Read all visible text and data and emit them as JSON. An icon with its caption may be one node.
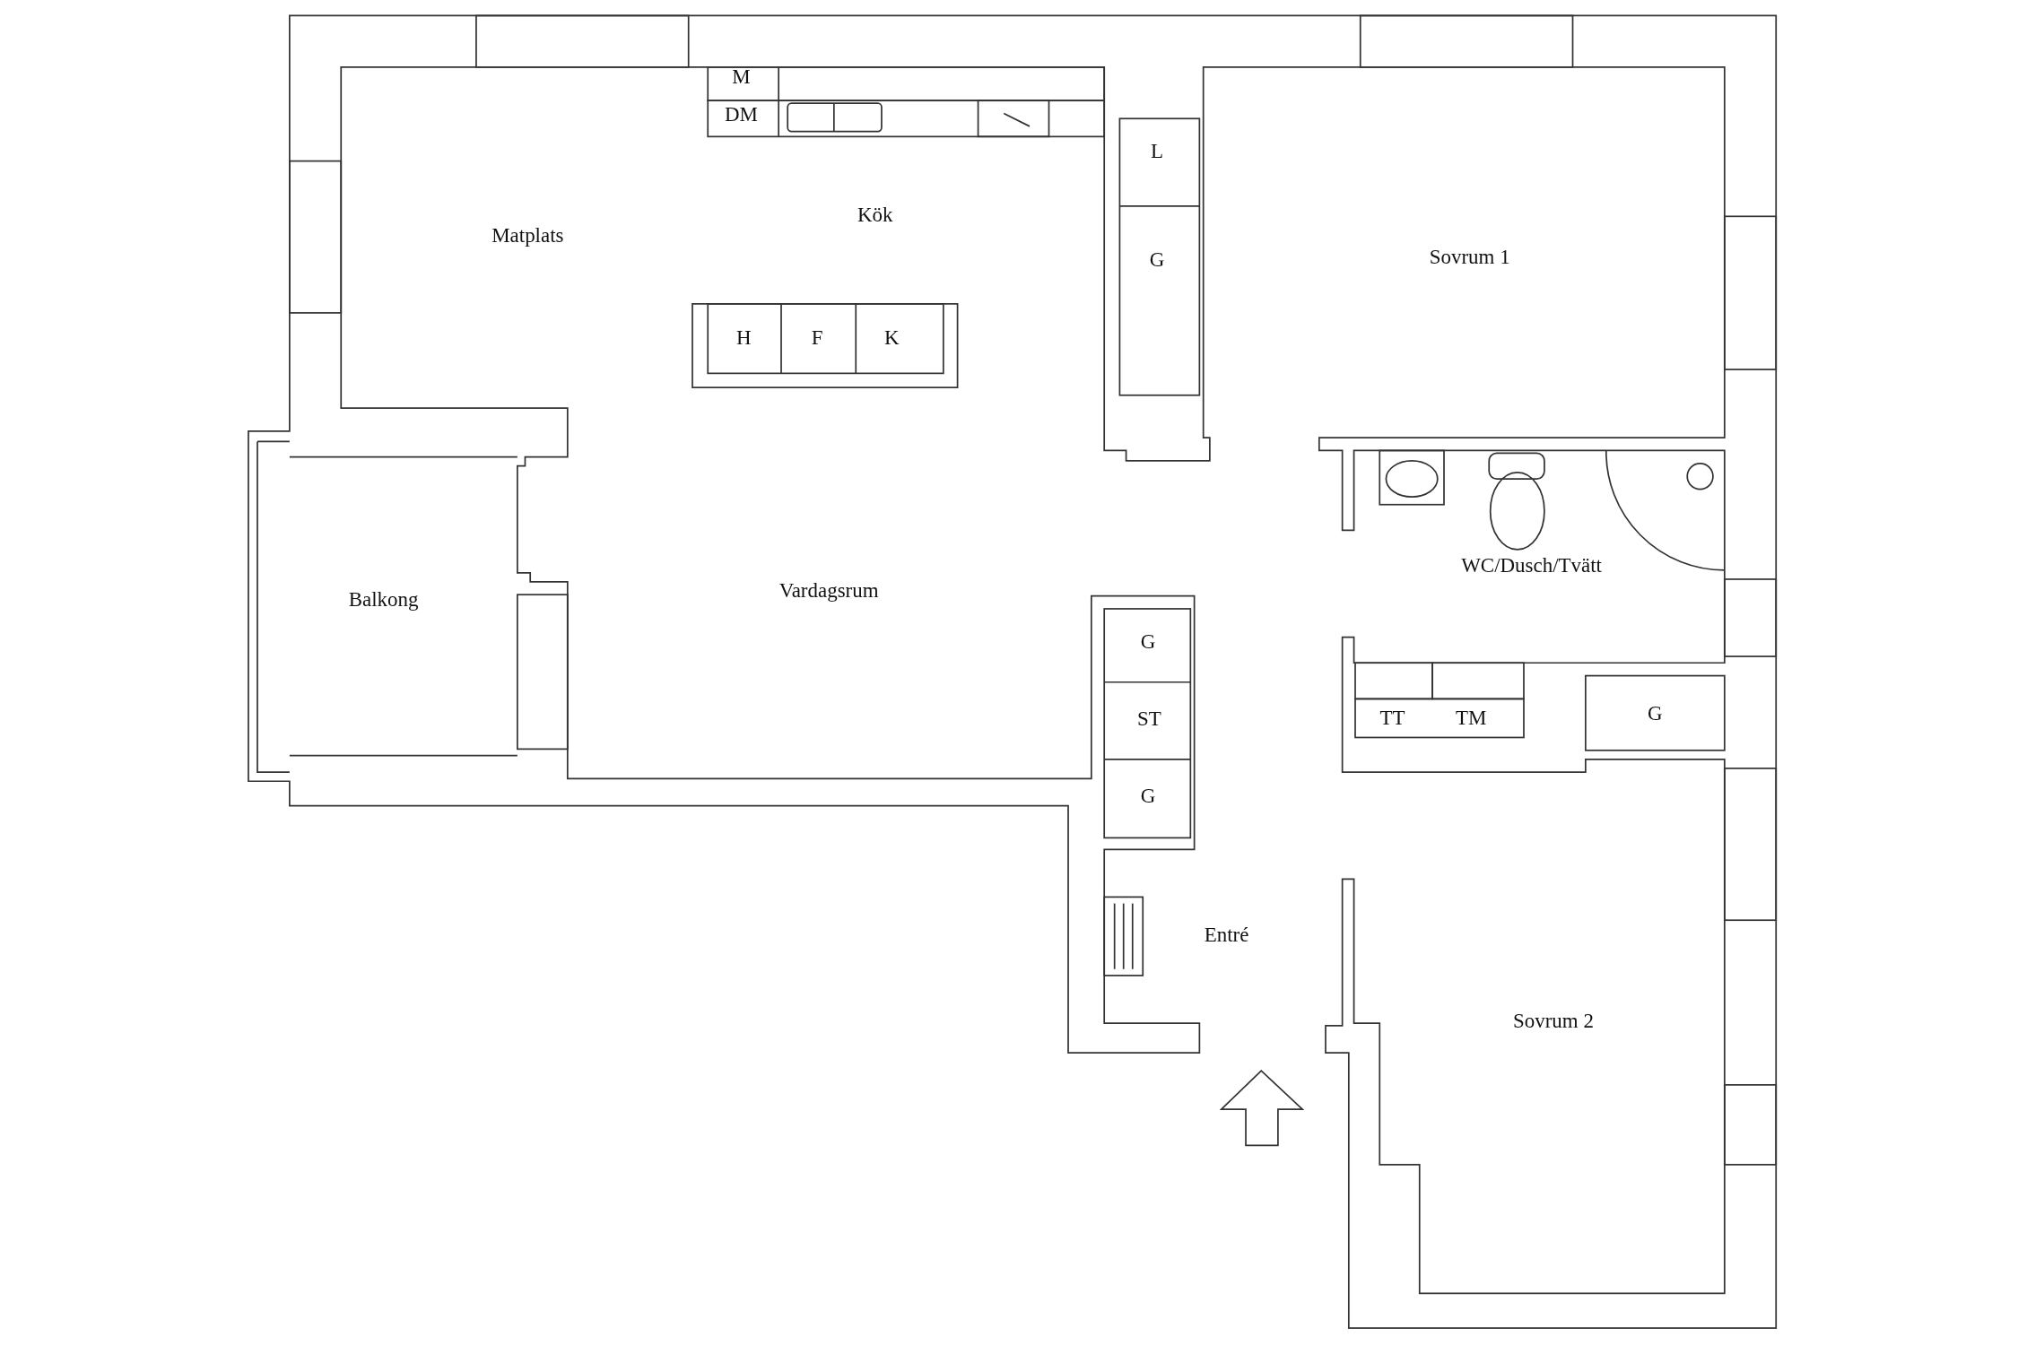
{
  "diagram": {
    "labels": [
      "M",
      "DM",
      "L",
      "Kök",
      "Matplats",
      "G",
      "Sovrum 1",
      "H",
      "F",
      "K",
      "WC/Dusch/Tvätt",
      "Vardagsrum",
      "Balkong",
      "G",
      "TT",
      "TM",
      "G",
      "ST",
      "G",
      "Entré",
      "Sovrum 2"
    ]
  }
}
